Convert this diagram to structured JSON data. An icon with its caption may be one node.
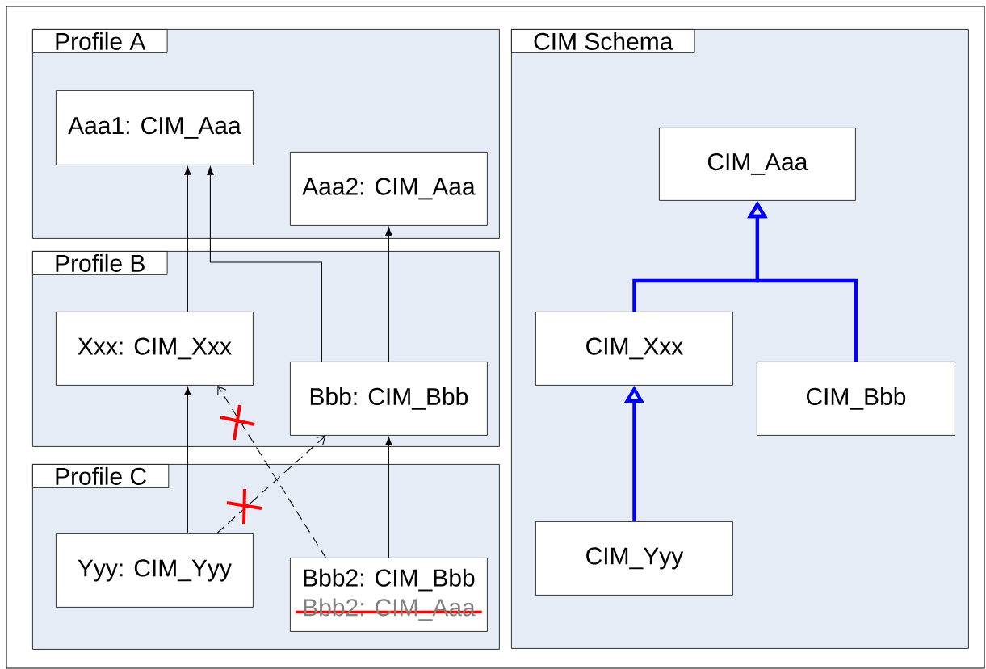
{
  "diagram": {
    "nodes": [
      {
        "text": [
          "Profile A"
        ]
      },
      {
        "text": [
          "Aaa1: CIM_Aaa"
        ],
        "in": 0
      },
      {
        "text": [
          "Aaa2: CIM_Aaa"
        ],
        "in": 0
      },
      {
        "text": [
          "Profile B"
        ]
      },
      {
        "text": [
          "Xxx: CIM_Xxx"
        ],
        "in": 3
      },
      {
        "text": [
          "Bbb: CIM_Bbb"
        ],
        "in": 3
      },
      {
        "text": [
          "Profile C"
        ]
      },
      {
        "text": [
          "Yyy: CIM_Yyy"
        ],
        "in": 6
      },
      {
        "text": [
          "Bbb2: CIM_Bbb",
          "Bbb2: CIM_Aaa"
        ],
        "in": 6
      },
      {
        "text": [
          "CIM Schema"
        ]
      },
      {
        "text": [
          "CIM_Aaa"
        ],
        "in": 9
      },
      {
        "text": [
          "CIM_Xxx"
        ],
        "in": 9
      },
      {
        "text": [
          "CIM_Bbb"
        ],
        "in": 9
      },
      {
        "text": [
          "CIM_Yyy"
        ],
        "in": 9
      }
    ],
    "edges": [
      {
        "from": 4,
        "to": 1,
        "arrow": "to"
      },
      {
        "from": 5,
        "to": 1,
        "arrow": "to"
      },
      {
        "from": 5,
        "to": 2,
        "arrow": "to"
      },
      {
        "from": 7,
        "to": 4,
        "arrow": "to"
      },
      {
        "from": 8,
        "to": 5,
        "arrow": "to"
      },
      {
        "from": 7,
        "to": 5,
        "arrow": "to",
        "style": "dashed"
      },
      {
        "from": 8,
        "to": 4,
        "arrow": "to",
        "style": "dashed"
      },
      {
        "from": 11,
        "to": 10,
        "arrow": "to",
        "style": "thick",
        "color": "#0000ff"
      },
      {
        "from": 12,
        "to": 10,
        "arrow": "to",
        "style": "thick",
        "color": "#0000ff"
      },
      {
        "from": 13,
        "to": 11,
        "arrow": "to",
        "style": "thick",
        "color": "#0000ff"
      }
    ]
  }
}
